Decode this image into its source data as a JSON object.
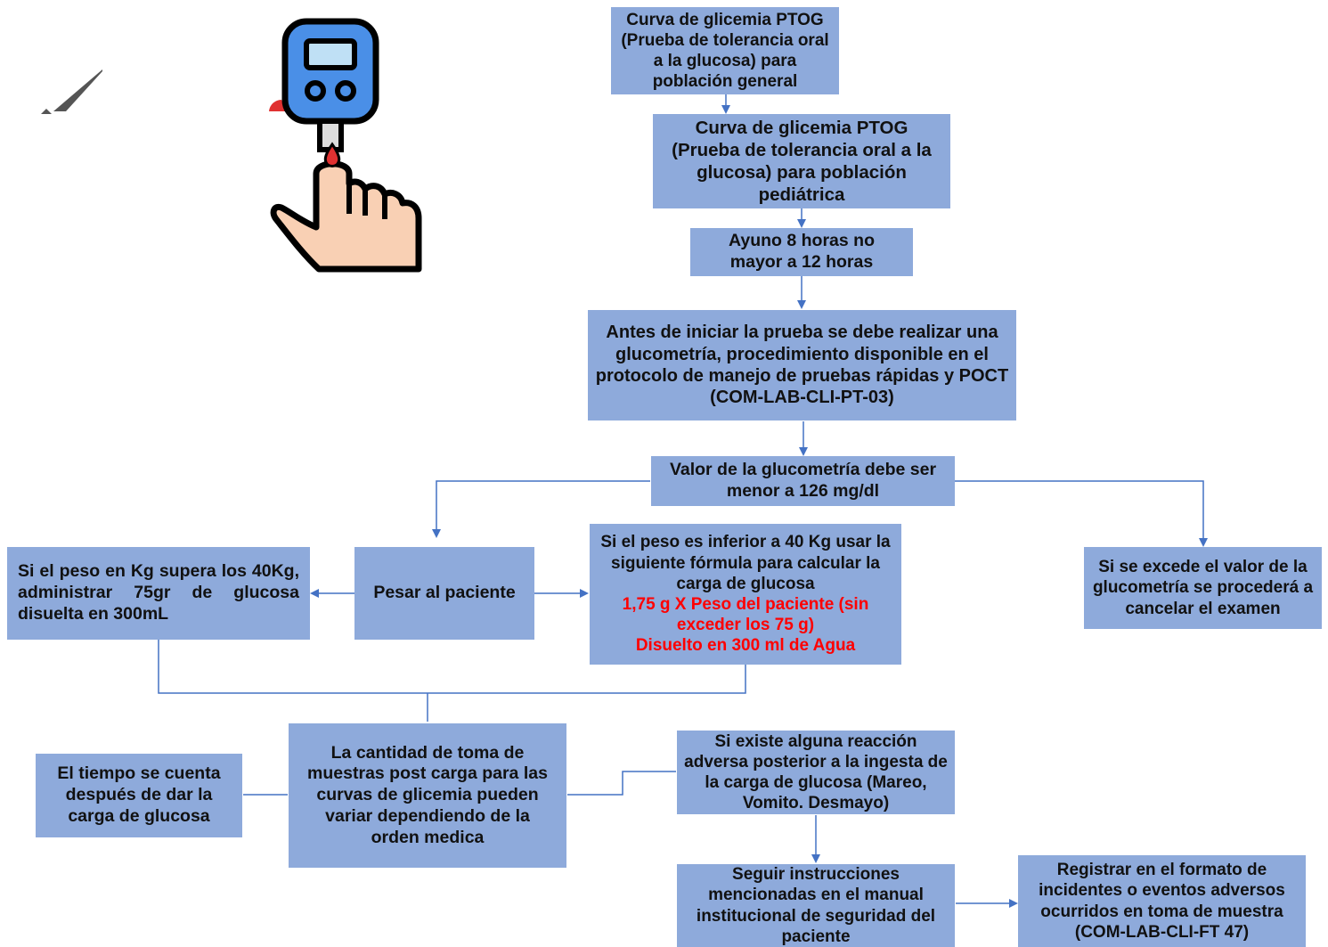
{
  "nodes": {
    "n1": "Curva de glicemia PTOG (Prueba de tolerancia oral a la glucosa) para población general",
    "n2": "Curva de glicemia PTOG (Prueba de tolerancia oral a la glucosa) para población pediátrica",
    "n3": "Ayuno 8 horas no mayor a 12 horas",
    "n4": "Antes de iniciar la prueba se debe realizar una glucometría, procedimiento disponible en el protocolo de manejo de pruebas rápidas y POCT (COM-LAB-CLI-PT-03)",
    "n5": "Valor de la glucometría debe ser menor a 126 mg/dl",
    "n6": "Pesar al paciente",
    "n7": "Si el peso en Kg supera los 40Kg, administrar 75gr de glucosa disuelta en 300mL",
    "n8_intro": "Si el peso es inferior a 40 Kg usar la siguiente fórmula para calcular la carga de glucosa",
    "n8_formula": "1,75 g X  Peso del paciente (sin exceder los 75 g)",
    "n8_dilution": "Disuelto en 300 ml de Agua",
    "n9": "Si se excede el valor de la glucometría se procederá a cancelar el examen",
    "n10": "La cantidad de toma de muestras post carga para las curvas de glicemia pueden variar dependiendo de la orden medica",
    "n11": "El tiempo se cuenta después de dar la carga de glucosa",
    "n12": "Si existe alguna reacción adversa posterior a la ingesta de la carga de glucosa (Mareo, Vomito. Desmayo)",
    "n13": "Seguir instrucciones mencionadas en el manual institucional de seguridad del paciente",
    "n14": "Registrar en el formato de incidentes o eventos adversos ocurridos en toma de muestra (COM-LAB-CLI-FT 47)"
  },
  "colors": {
    "box_fill": "#8eaadb",
    "arrow": "#4472c4",
    "highlight_text": "#ff0000",
    "glucometer_body": "#4a8fe7",
    "hand_skin": "#f9d0b4",
    "blood": "#e03131"
  },
  "icons": {
    "illustration": "glucometer-finger-icon",
    "corner_mark": "check-mark-icon"
  }
}
